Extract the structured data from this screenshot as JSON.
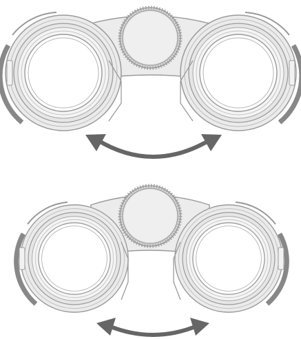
{
  "figure": {
    "panels": [
      {
        "id": "wide",
        "arrow": "curved-double-headed-arrow"
      },
      {
        "id": "narrow",
        "arrow": "curved-double-headed-arrow"
      }
    ],
    "colors": {
      "background": "#ffffff",
      "body_fill": "#ededed",
      "outline": "#9a9a9a",
      "dark_rubber": "#8a8a8a",
      "lens": "#ffffff",
      "arrow": "#666666"
    }
  }
}
